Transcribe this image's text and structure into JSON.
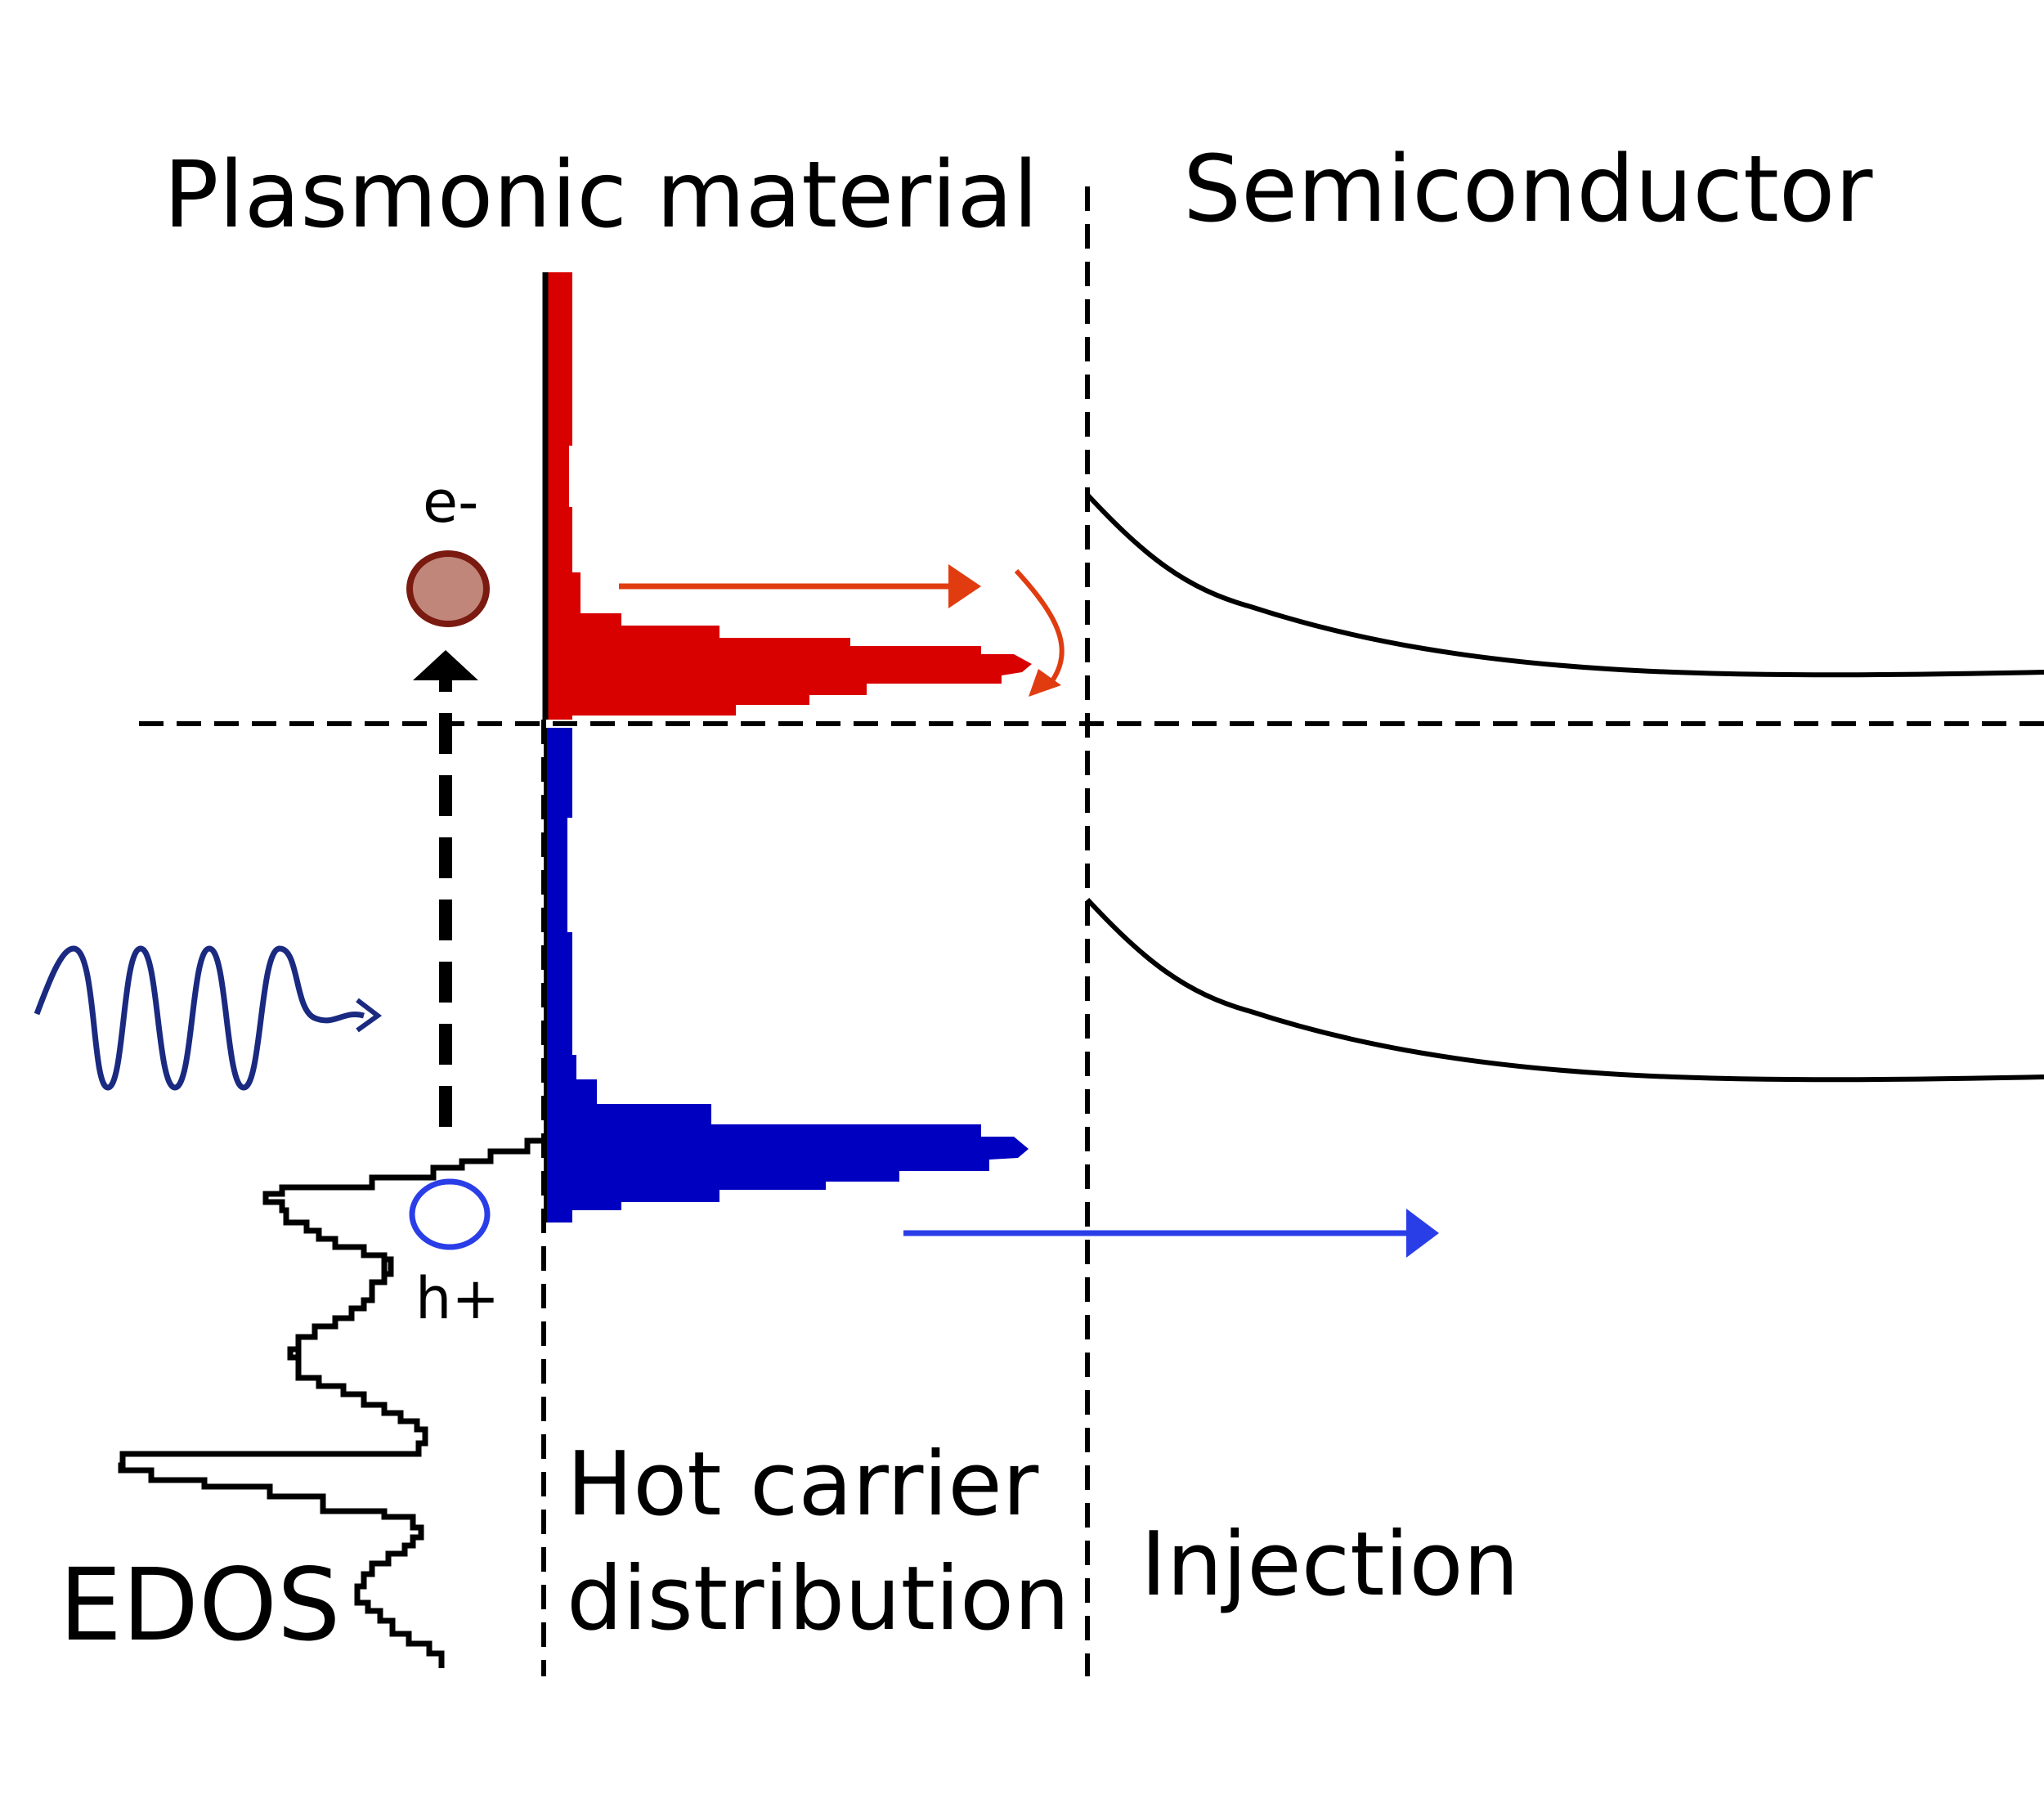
{
  "labels": {
    "plasmonic": "Plasmonic material",
    "semiconductor": "Semiconductor",
    "electron": "e-",
    "hole": "h+",
    "hot_carrier_line1": "Hot carrier",
    "hot_carrier_line2": "distribution",
    "injection": "Injection",
    "edos": "EDOS"
  },
  "colors": {
    "electron_distribution": "#d90000",
    "hole_distribution": "#0000c0",
    "electron_arrow": "#e03c10",
    "hole_arrow": "#2a3ee8",
    "photon_wave": "#1a2a80",
    "electron_fill": "#c0867a",
    "electron_stroke": "#7a1a10",
    "hole_stroke": "#2a3ee8",
    "lines": "#000000"
  },
  "icons": {
    "photon": "wavy-arrow",
    "electron": "filled-circle",
    "hole": "open-circle"
  }
}
